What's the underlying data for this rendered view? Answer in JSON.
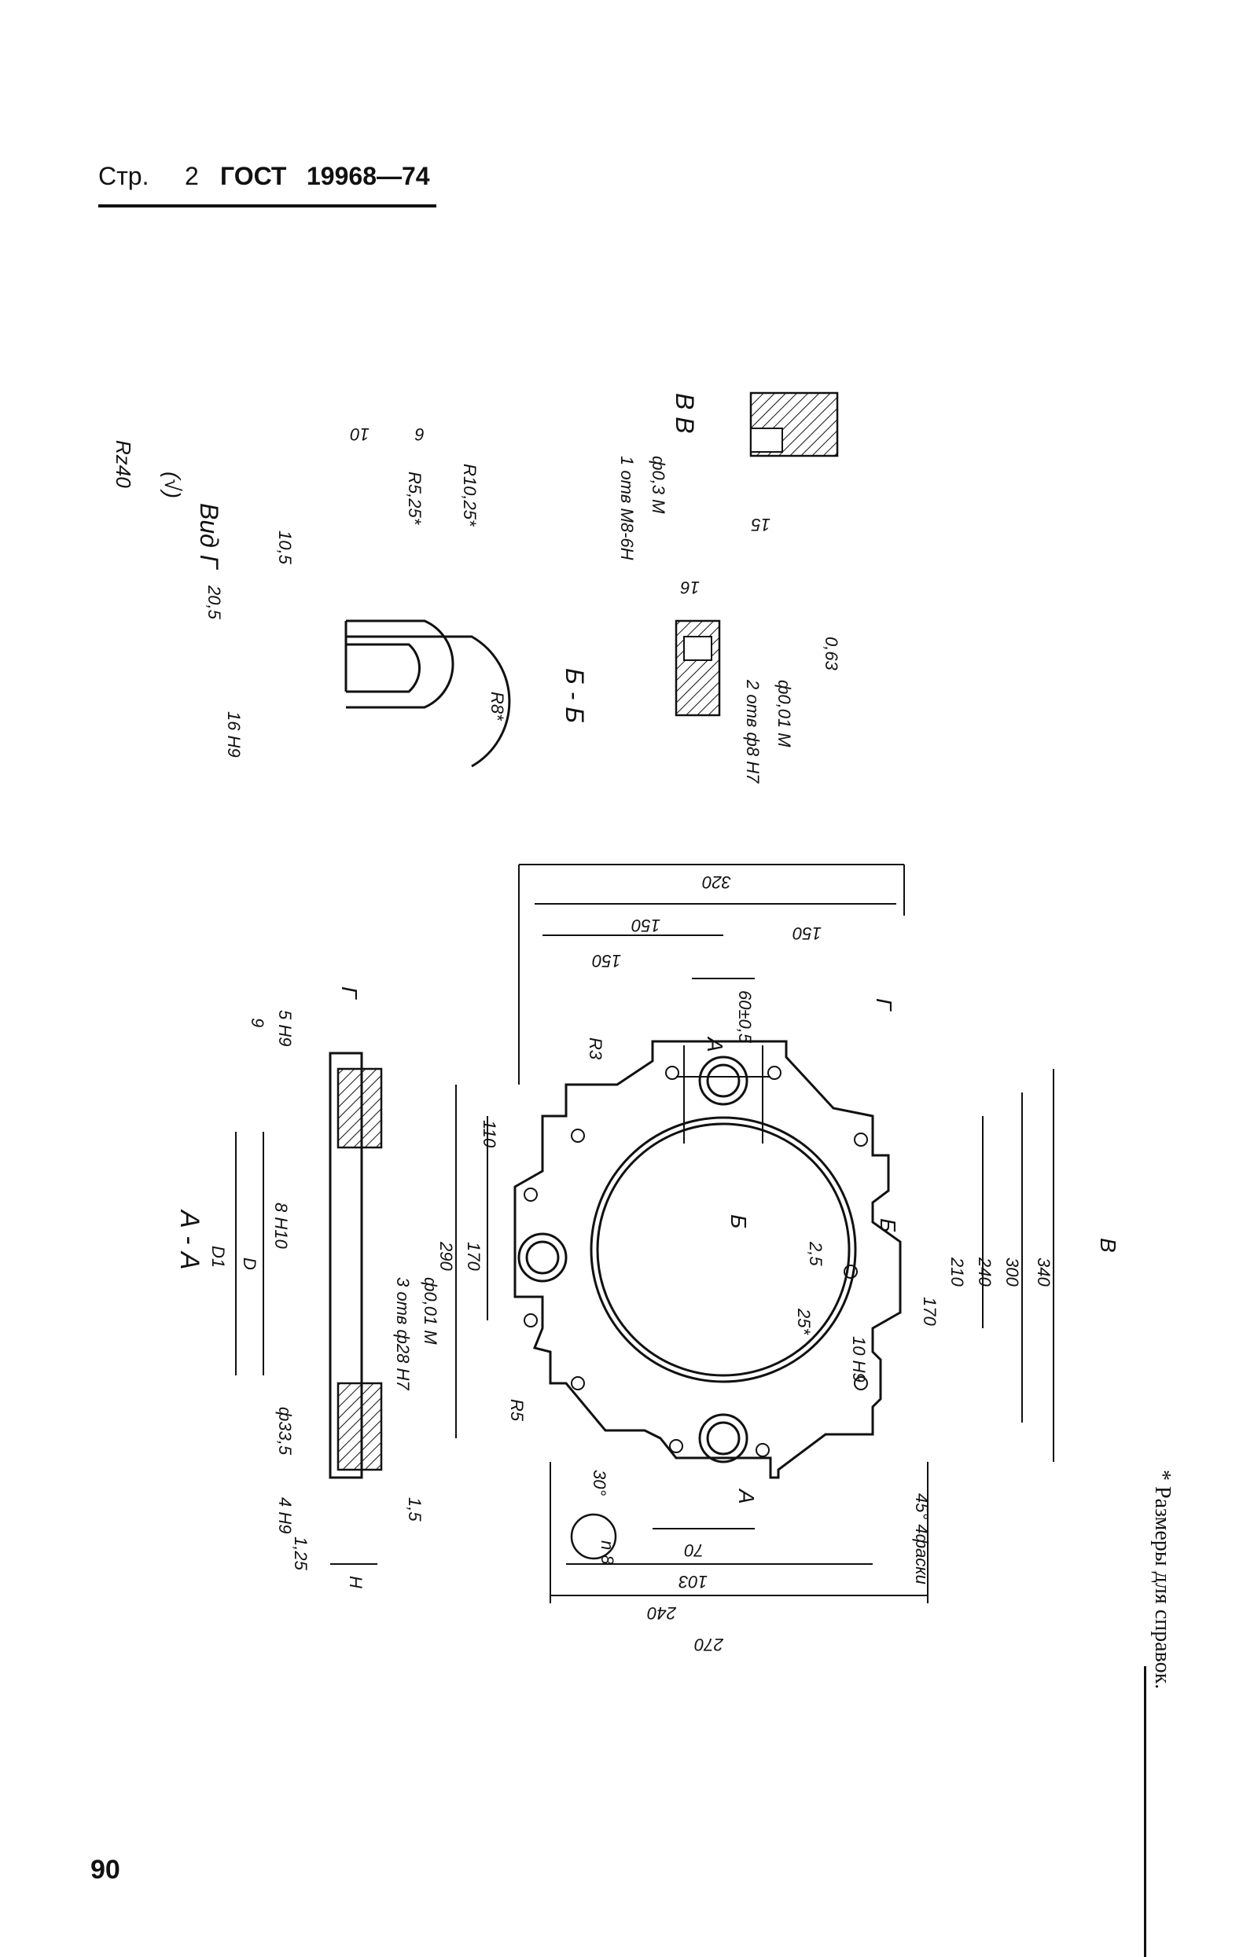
{
  "header": {
    "prefix": "Стр.",
    "page": "2",
    "standard": "ГОСТ",
    "number": "19968—74"
  },
  "page_number": "90",
  "footnote": "* Размеры для справок.",
  "views": {
    "vid_g": "Вид Г",
    "section_aa": "А - А",
    "section_bb": "Б - Б",
    "section_vv": "В В"
  },
  "roughness": {
    "main": "Rz40",
    "paren": "(√)",
    "r063": "0,63"
  },
  "dims": {
    "d320": "320",
    "d150a": "150",
    "d150b": "150",
    "d150c": "150",
    "d60": "60±0,5",
    "d110": "110",
    "d290": "290",
    "d170a": "170",
    "d270": "270",
    "d240": "240",
    "d103": "103",
    "d70": "70",
    "d170b": "170",
    "d210": "210",
    "d240b": "240",
    "d300": "300",
    "d340": "340",
    "d10h9": "10 H9",
    "d25": "25*",
    "d25b": "2,5",
    "d30": "30°",
    "r5": "R5",
    "rj": "R3",
    "n8": "n 8",
    "fask": "45° 4фаски",
    "d9": "9",
    "d5h9": "5 H9",
    "d8h10": "8 H10",
    "D1": "D1",
    "D": "D",
    "d33": "ф33,5",
    "d4h9": "4 H9",
    "d125": "1,25",
    "dH": "H",
    "d15": "1,5",
    "d10_vg": "10",
    "d6": "6",
    "r525": "R5,25*",
    "r1025": "R10,25*",
    "d105": "10,5",
    "d205": "20,5",
    "d16h9": "16 H9",
    "r8": "R8*",
    "otv_m8": "1 отв М8-6Н",
    "tol_033": "ф0,3 М",
    "d16": "16",
    "otv_f8": "2 отв ф8 Н7",
    "tol_001": "ф0,01 М",
    "otv_f28": "3 отв ф28 Н7",
    "tol_001b": "ф0,01 М",
    "d15_vv": "15"
  },
  "markers": {
    "A": "А",
    "G": "Г",
    "B": "Б",
    "V": "В"
  }
}
